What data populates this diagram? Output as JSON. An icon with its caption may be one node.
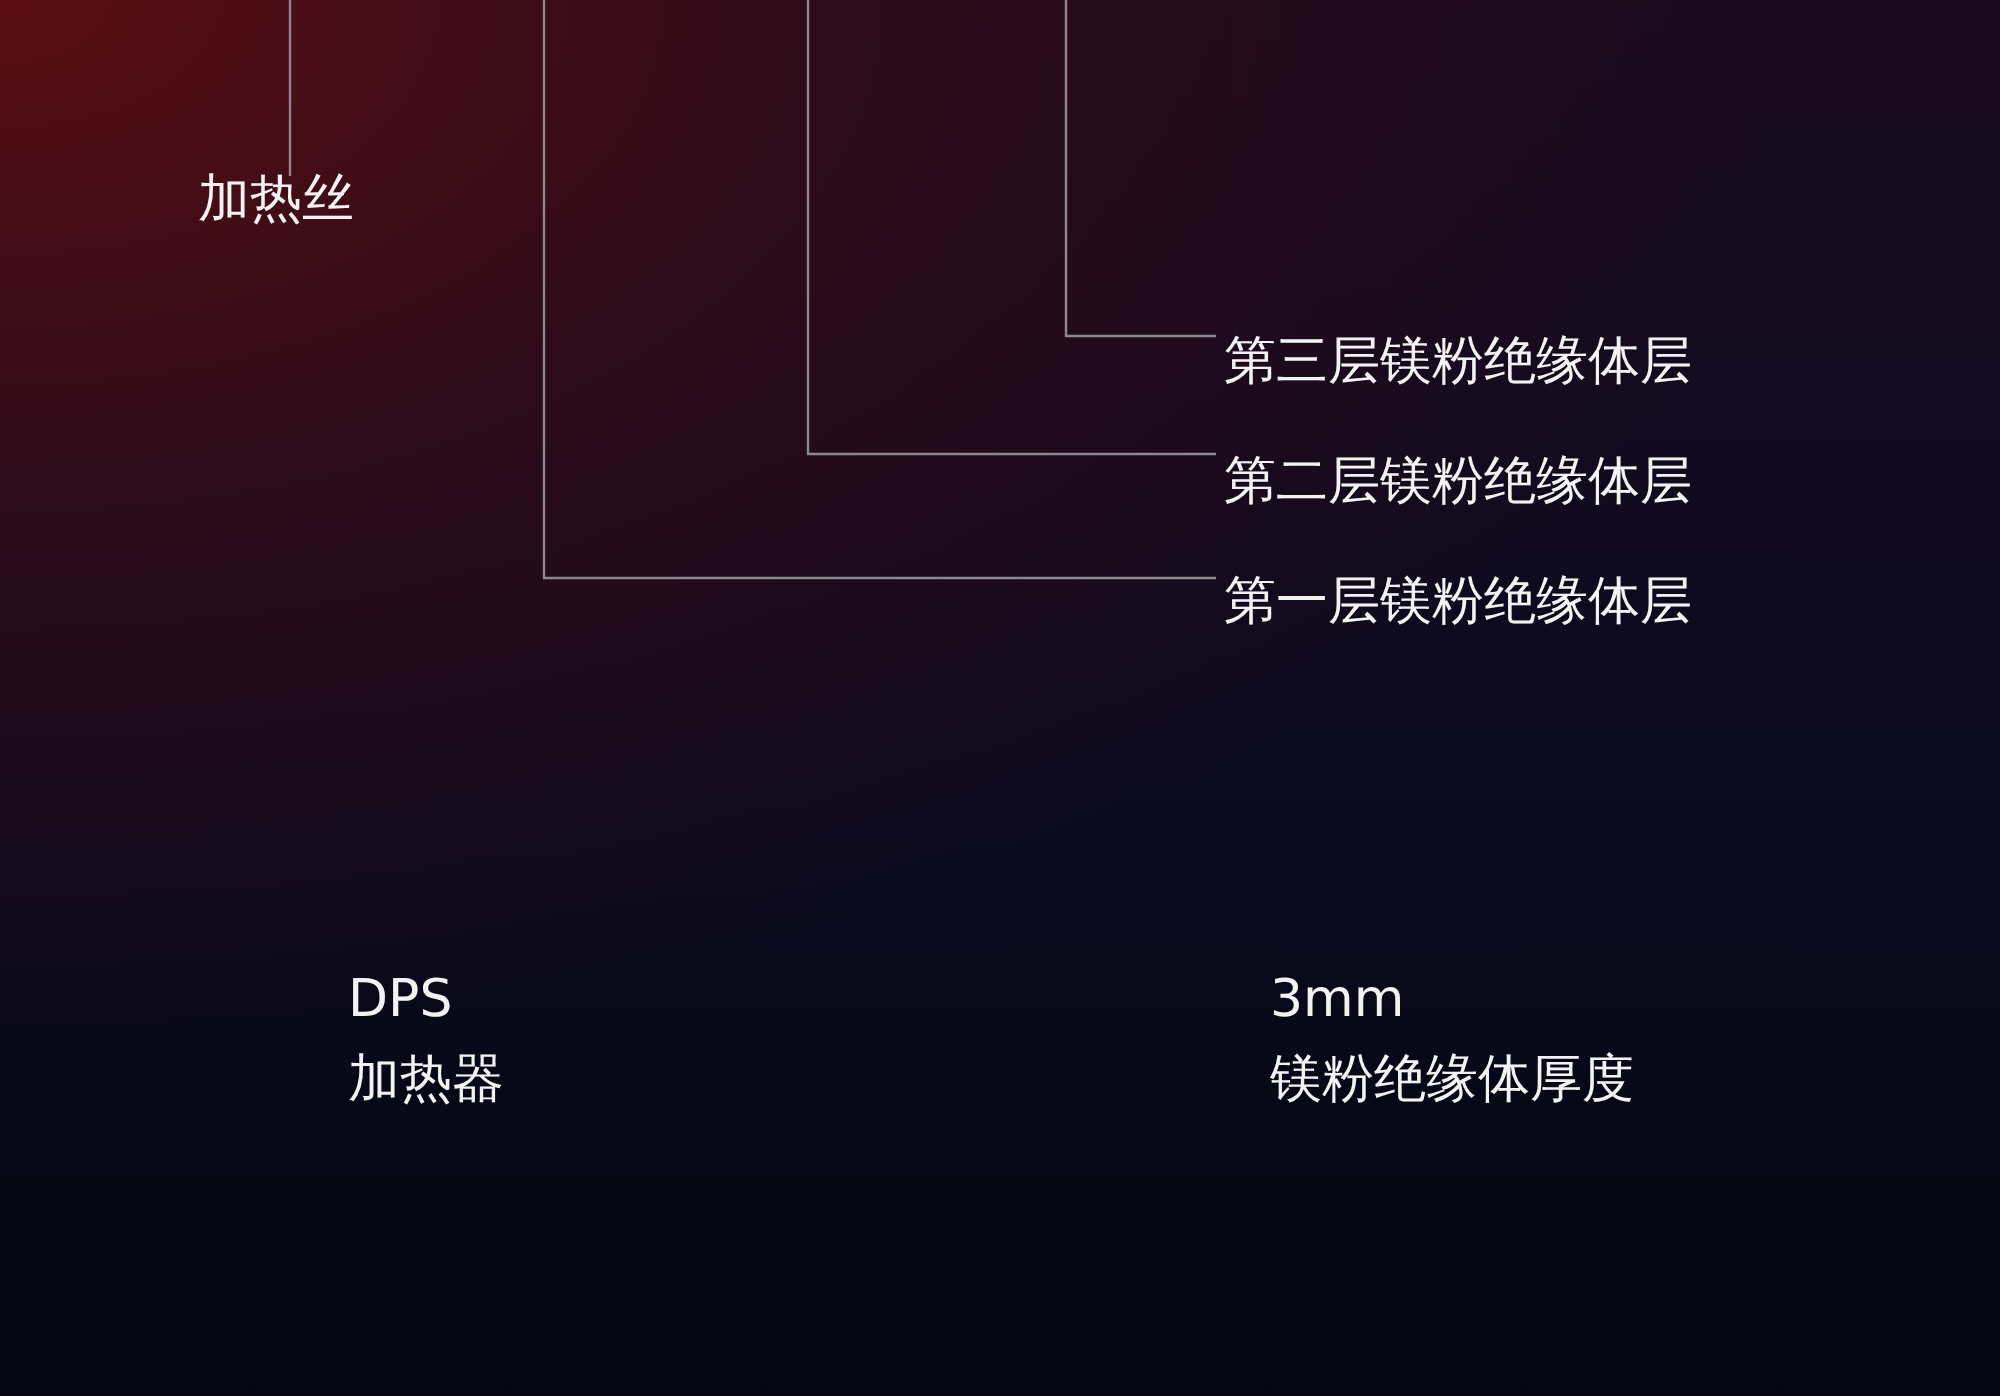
{
  "diagram": {
    "nodes": [
      {
        "text": [
          "加热丝"
        ]
      },
      {
        "text": [
          "第三层镁粉绝缘体层"
        ]
      },
      {
        "text": [
          "第二层镁粉绝缘体层"
        ]
      },
      {
        "text": [
          "第一层镁粉绝缘体层"
        ]
      }
    ],
    "edges": [
      {
        "from": 0,
        "to": null,
        "arrow": "none"
      },
      {
        "from": 1,
        "to": null,
        "arrow": "none"
      },
      {
        "from": 2,
        "to": null,
        "arrow": "none"
      },
      {
        "from": 3,
        "to": null,
        "arrow": "none"
      }
    ],
    "labels": [
      "DPS",
      "加热器",
      "3mm",
      "镁粉绝缘体厚度"
    ]
  }
}
